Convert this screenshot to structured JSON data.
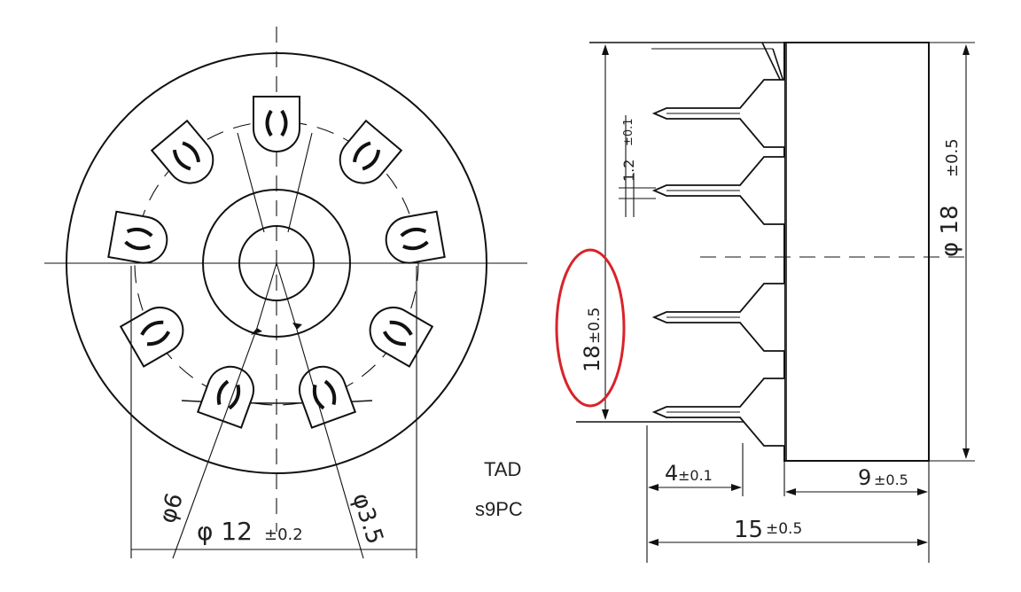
{
  "dimensions": {
    "bore_inner": "φ6",
    "pin_circle": "φ3.5",
    "outer_diameter_main": "φ 12",
    "outer_diameter_tol": "±0.2",
    "side_height_right_main": "φ  18",
    "side_height_right_tol": "±0.5",
    "side_height_left_main": "18",
    "side_height_left_tol": "±0.5",
    "pin_width_main": "1.2",
    "pin_width_tol": "±0.1",
    "pin_length_main": "4",
    "pin_length_tol": "±0.1",
    "body_depth_main": "9",
    "body_depth_tol": "±0.5",
    "total_length_main": "15",
    "total_length_tol": "±0.5"
  },
  "label": {
    "maker": "TAD",
    "model": "s9PC"
  },
  "colors": {
    "line": "#111111",
    "highlight": "#d8232a"
  }
}
